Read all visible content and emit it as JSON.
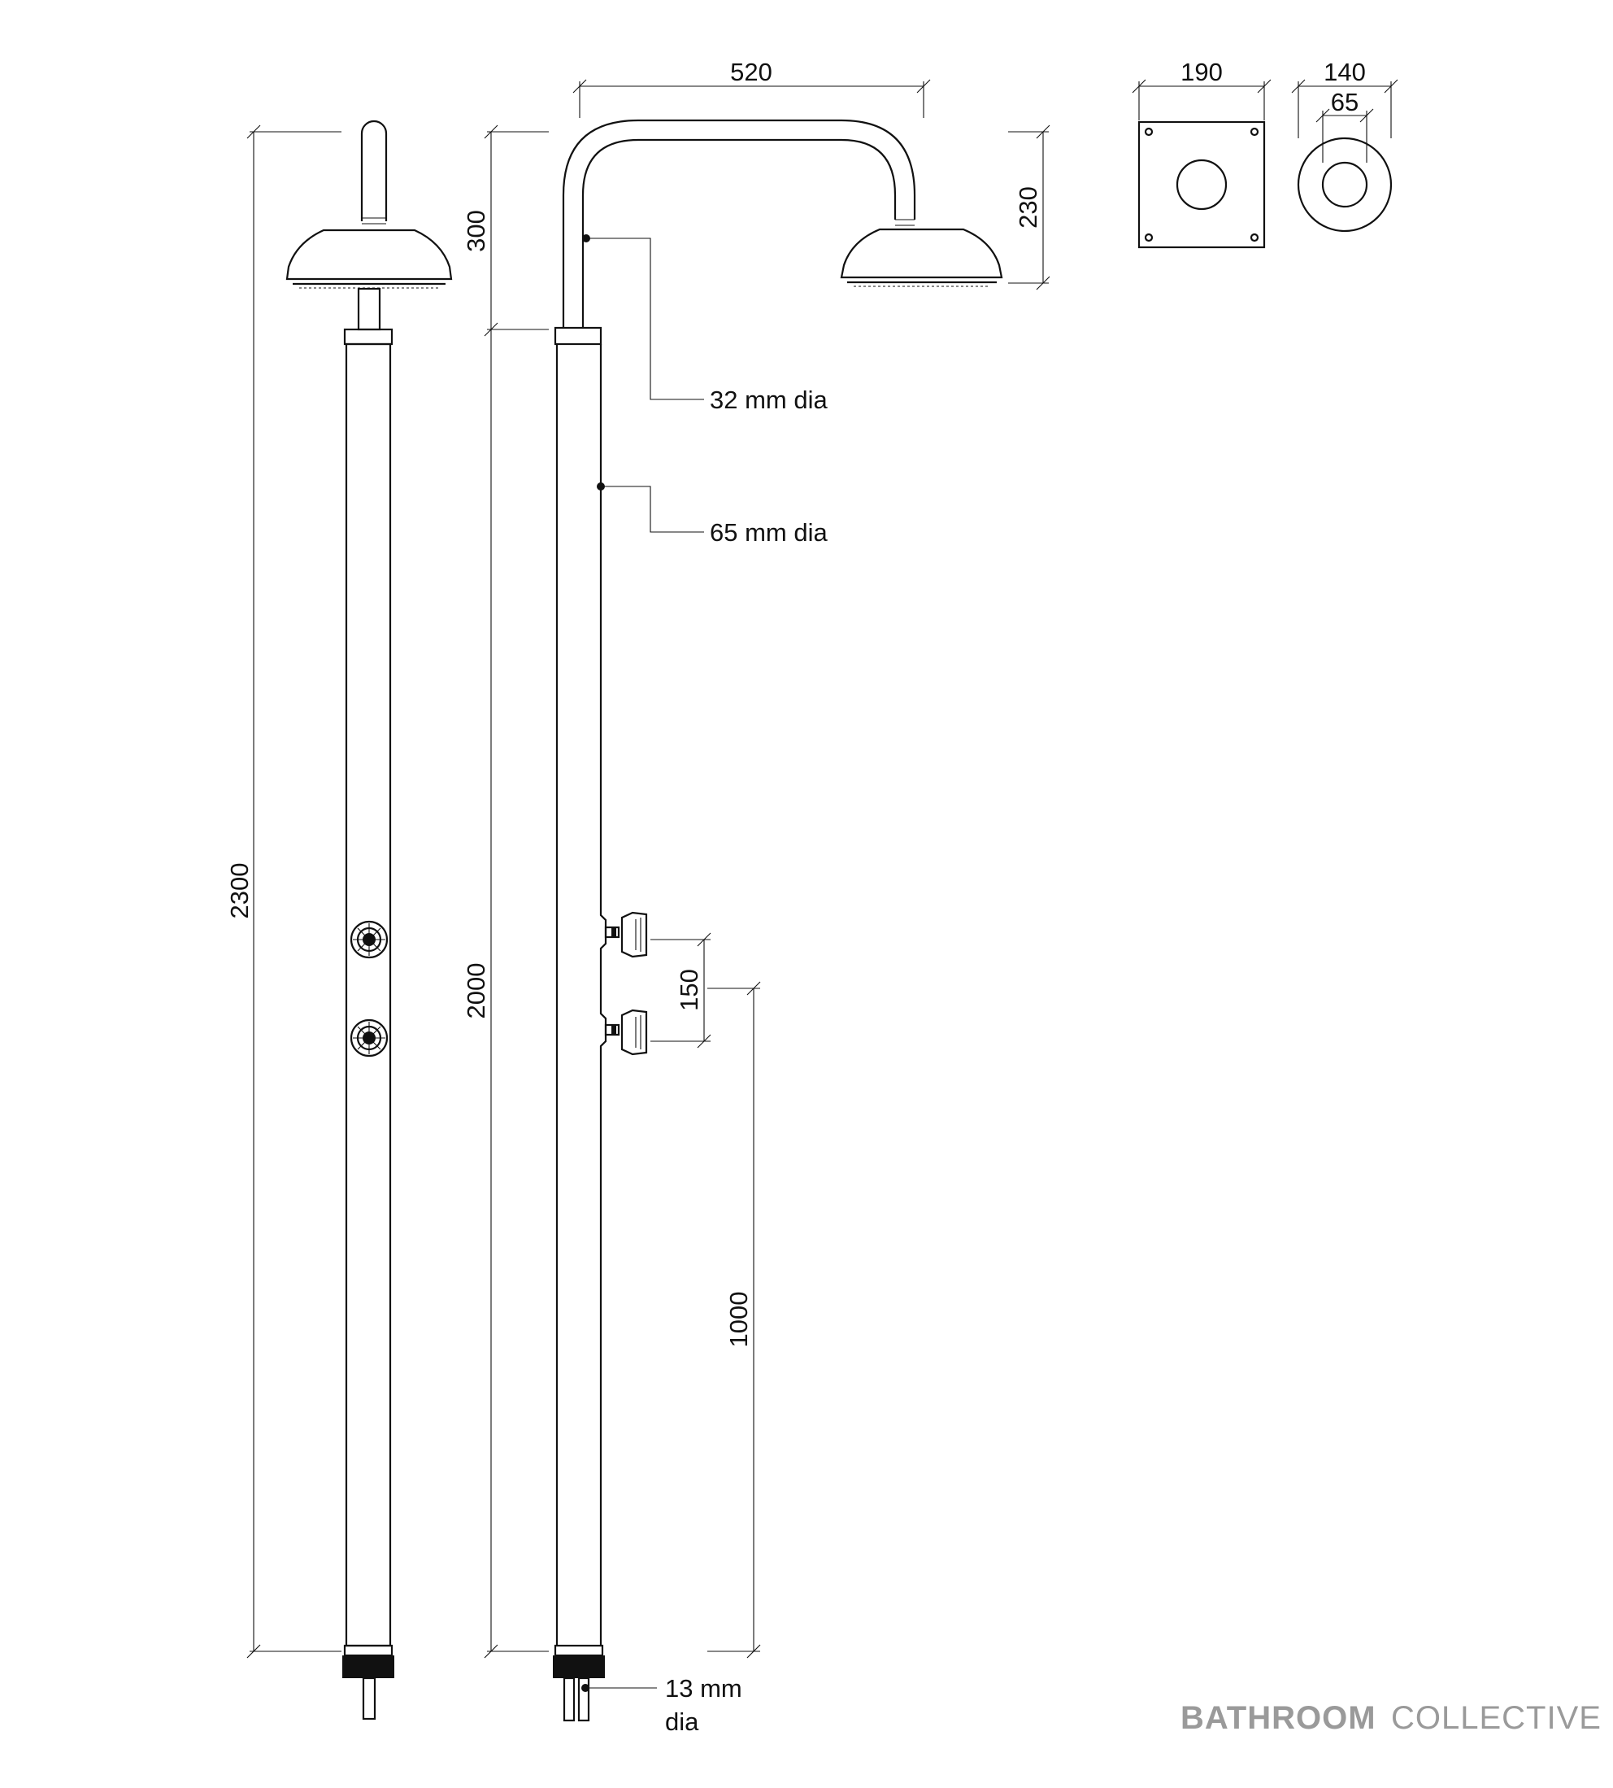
{
  "dimensions": {
    "overall_height": "2300",
    "head_drop": "300",
    "column_height": "2000",
    "arm_reach": "520",
    "head_height": "230",
    "valve_spacing": "150",
    "valve_height": "1000",
    "plate_width": "190",
    "flange_outer": "140",
    "flange_inner": "65"
  },
  "callouts": {
    "arm_diameter": "32 mm dia",
    "column_diameter": "65 mm dia",
    "inlet_line1": "13 mm",
    "inlet_line2": "dia"
  },
  "brand": {
    "bold": "BATHROOM",
    "light": "COLLECTIVE",
    "color": "#9a9a9a"
  },
  "line_color": "#111111"
}
